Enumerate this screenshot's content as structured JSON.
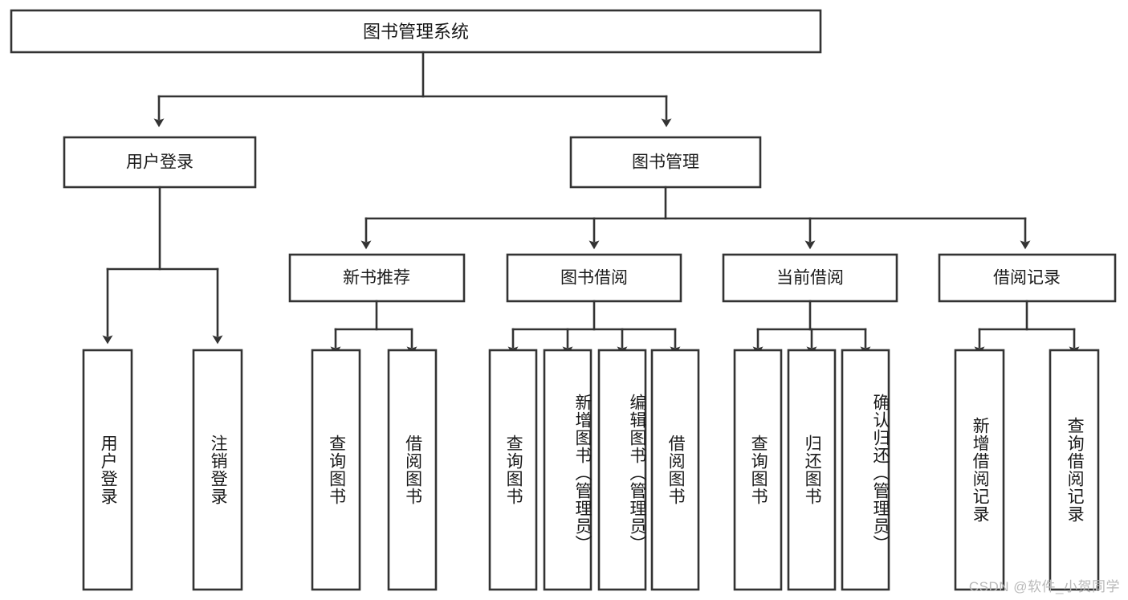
{
  "diagram": {
    "type": "tree-hierarchy-diagram",
    "title": "图书管理系统",
    "watermark": "CSDN @软件_小贺同学",
    "colors": {
      "stroke": "#333333",
      "fill": "#ffffff",
      "text": "#1a1a1a",
      "watermark": "#b9b9b9",
      "background": "#ffffff"
    },
    "root": {
      "label": "图书管理系统"
    },
    "level2": [
      {
        "label": "用户登录"
      },
      {
        "label": "图书管理"
      }
    ],
    "level3": [
      {
        "label": "新书推荐"
      },
      {
        "label": "图书借阅"
      },
      {
        "label": "当前借阅"
      },
      {
        "label": "借阅记录"
      }
    ],
    "leaves": {
      "user_login": [
        {
          "label": "用户登录"
        },
        {
          "label": "注销登录"
        }
      ],
      "new_book_recommend": [
        {
          "label": "查询图书"
        },
        {
          "label": "借阅图书"
        }
      ],
      "book_borrow": [
        {
          "label": "查询图书"
        },
        {
          "label": "新增图书（管理员）"
        },
        {
          "label": "编辑图书（管理员）"
        },
        {
          "label": "借阅图书"
        }
      ],
      "current_borrow": [
        {
          "label": "查询图书"
        },
        {
          "label": "归还图书"
        },
        {
          "label": "确认归还（管理员）"
        }
      ],
      "borrow_record": [
        {
          "label": "新增借阅记录"
        },
        {
          "label": "查询借阅记录"
        }
      ]
    }
  }
}
